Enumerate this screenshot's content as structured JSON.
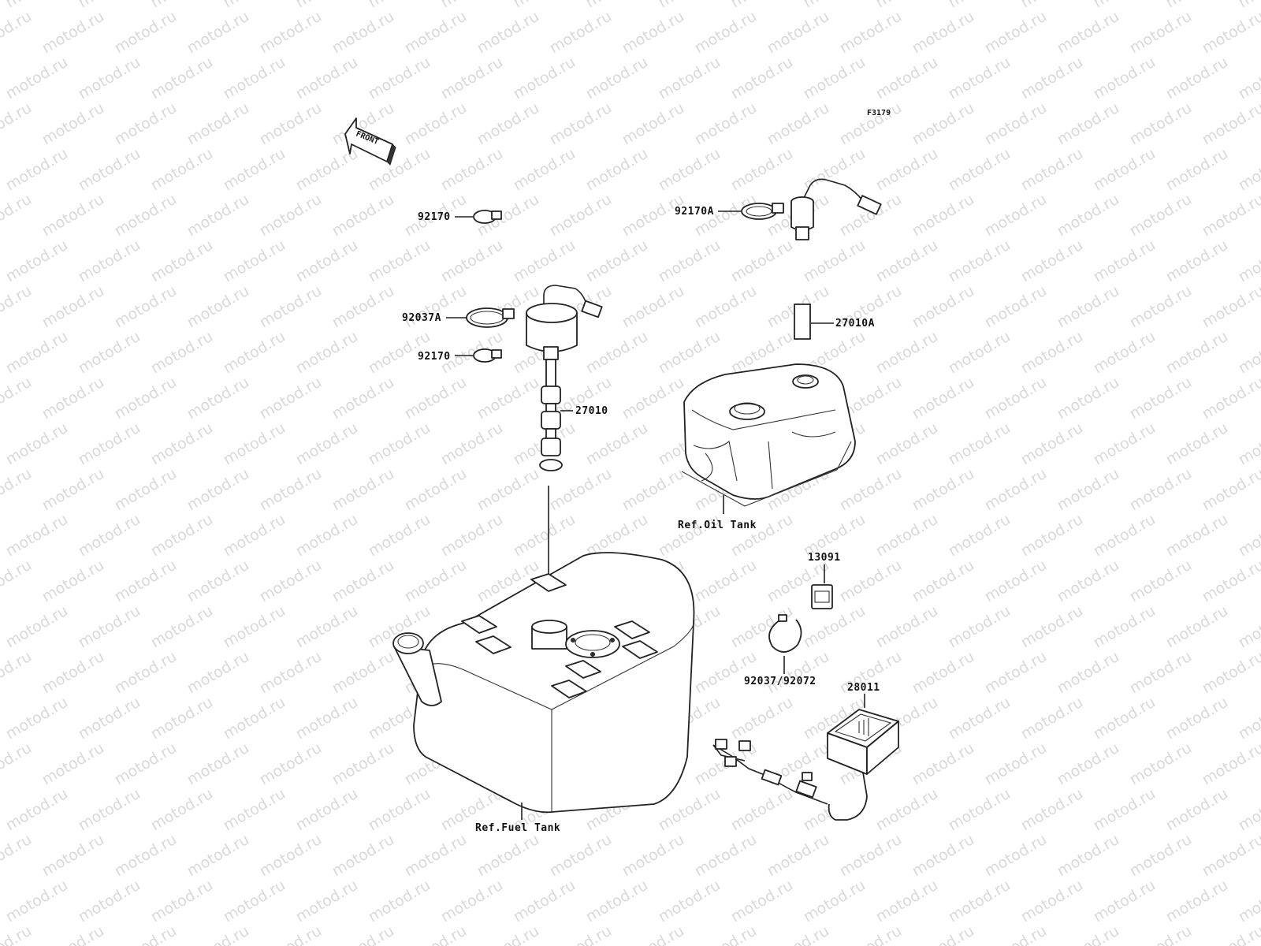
{
  "figure_code": "F3179",
  "front_label": "FRONT",
  "watermark_text": "motod.ru",
  "parts": {
    "clamp_top": "92170",
    "clamp_large": "92037A",
    "clamp_bottom": "92170",
    "fuel_sender": "27010",
    "oil_clamp": "92170A",
    "oil_sender": "27010A",
    "relay": "13091",
    "band": "92037/92072",
    "gauge": "28011"
  },
  "references": {
    "oil_tank": "Ref.Oil Tank",
    "fuel_tank": "Ref.Fuel Tank"
  }
}
